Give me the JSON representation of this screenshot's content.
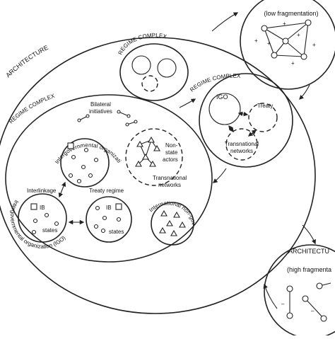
{
  "labels": {
    "architecture_top": "ARCHITECTURE",
    "architecture_right": "ARCHITECTU",
    "low_fragmentation": "(low fragmentation)",
    "high_fragmentation": "(high fragmenta",
    "regime_complex_top": "REGIME COMPLEX",
    "regime_complex_right": "REGIME COMPLEX",
    "regime_complex_main": "REGIME COMPLEX",
    "bilateral_line1": "Bilateral",
    "bilateral_line2": "initiatives",
    "igo_curved": "Intergovernmental organization (IGO)",
    "interlinkage": "Interlinkage",
    "igo_left_curved": "Intergovernmental organization (IGO)",
    "ib": "IB",
    "states_left": "states",
    "treaty_regime": "Treaty regime",
    "ib_right": "IB",
    "states_right": "states",
    "ingo_curved": "International non-governmental organization (INGO)",
    "non_state_line1": "Non-",
    "non_state_line2": "state",
    "non_state_line3": "actors",
    "transnational_line1": "Transnational",
    "transnational_line2": "networks",
    "igo_small": "IGO",
    "treaty_small": "Treaty",
    "transnational_small_line1": "Transnational",
    "transnational_small_line2": "networks"
  }
}
